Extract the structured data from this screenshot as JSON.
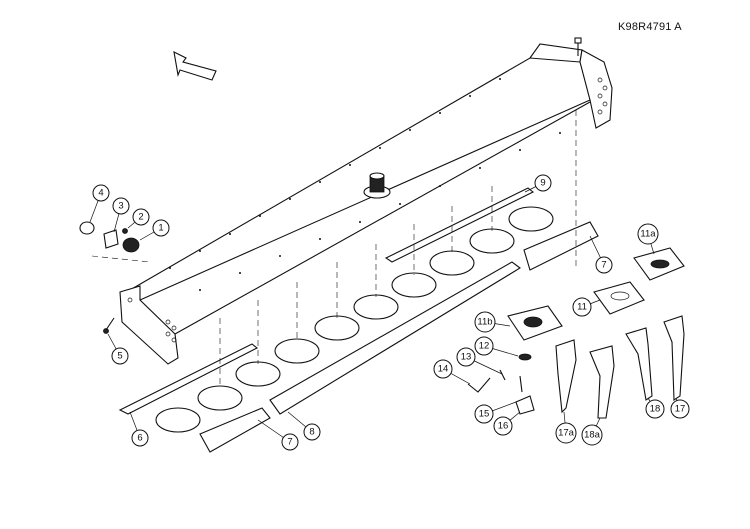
{
  "drawing_ref": "K98R4791   A",
  "callouts": [
    {
      "id": "c1",
      "label": "1"
    },
    {
      "id": "c2",
      "label": "2"
    },
    {
      "id": "c3",
      "label": "3"
    },
    {
      "id": "c4",
      "label": "4"
    },
    {
      "id": "c5",
      "label": "5"
    },
    {
      "id": "c6",
      "label": "6"
    },
    {
      "id": "c7a",
      "label": "7"
    },
    {
      "id": "c7b",
      "label": "7"
    },
    {
      "id": "c8",
      "label": "8"
    },
    {
      "id": "c9",
      "label": "9"
    },
    {
      "id": "c11",
      "label": "11"
    },
    {
      "id": "c11a",
      "label": "11a"
    },
    {
      "id": "c11b",
      "label": "11b"
    },
    {
      "id": "c12",
      "label": "12"
    },
    {
      "id": "c13",
      "label": "13"
    },
    {
      "id": "c14",
      "label": "14"
    },
    {
      "id": "c15",
      "label": "15"
    },
    {
      "id": "c16",
      "label": "16"
    },
    {
      "id": "c17",
      "label": "17"
    },
    {
      "id": "c17a",
      "label": "17a"
    },
    {
      "id": "c18",
      "label": "18"
    },
    {
      "id": "c18a",
      "label": "18a"
    }
  ]
}
